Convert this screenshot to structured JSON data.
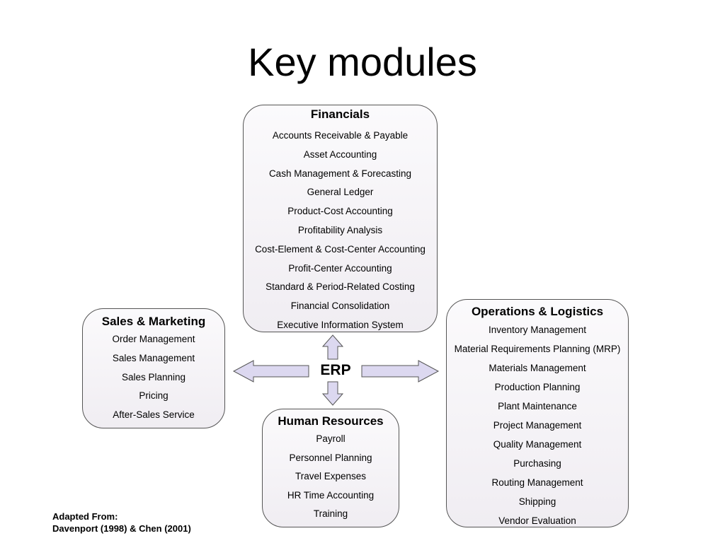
{
  "title": "Key modules",
  "center_label": "ERP",
  "modules": {
    "financials": {
      "heading": "Financials",
      "items": [
        "Accounts Receivable & Payable",
        "Asset Accounting",
        "Cash Management & Forecasting",
        "General Ledger",
        "Product-Cost Accounting",
        "Profitability Analysis",
        "Cost-Element & Cost-Center Accounting",
        "Profit-Center Accounting",
        "Standard & Period-Related Costing",
        "Financial Consolidation",
        "Executive Information System"
      ]
    },
    "sales": {
      "heading": "Sales & Marketing",
      "items": [
        "Order Management",
        "Sales Management",
        "Sales Planning",
        "Pricing",
        "After-Sales Service"
      ]
    },
    "hr": {
      "heading": "Human Resources",
      "items": [
        "Payroll",
        "Personnel Planning",
        "Travel Expenses",
        "HR Time Accounting",
        "Training"
      ]
    },
    "operations": {
      "heading": "Operations & Logistics",
      "items": [
        "Inventory Management",
        "Material Requirements Planning (MRP)",
        "Materials Management",
        "Production Planning",
        "Plant Maintenance",
        "Project Management",
        "Quality Management",
        "Purchasing",
        "Routing Management",
        "Shipping",
        "Vendor Evaluation"
      ]
    }
  },
  "credit": {
    "line1": "Adapted From:",
    "line2": "Davenport (1998) & Chen (2001)"
  },
  "colors": {
    "box_border": "#555555",
    "box_fill": "#f0edf2",
    "arrow_fill": "#dcd8f0",
    "arrow_stroke": "#555555"
  }
}
